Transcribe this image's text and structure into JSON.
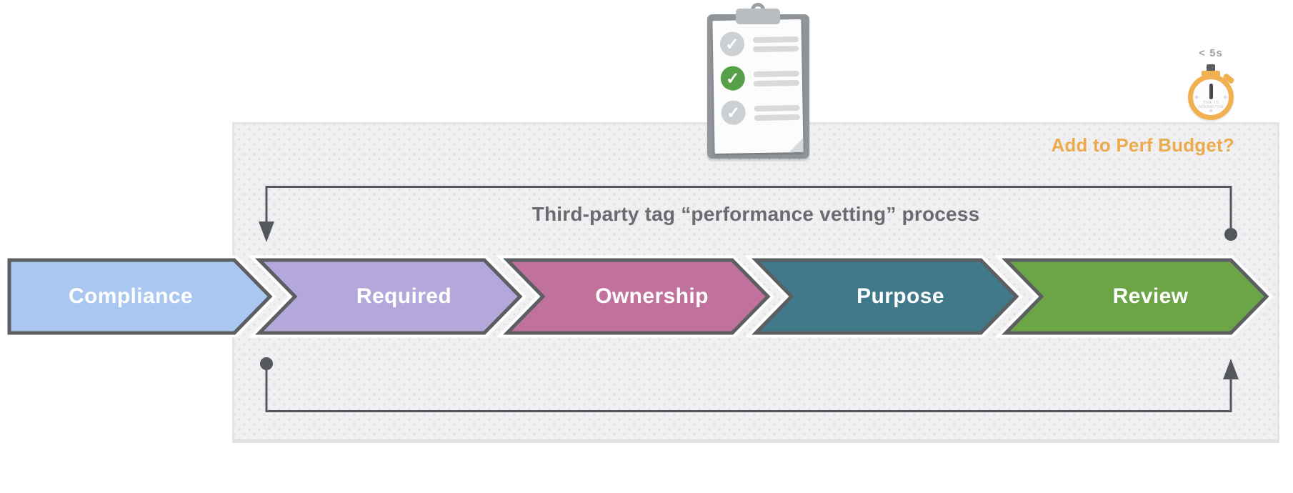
{
  "title": {
    "text": "Third-party tag “performance vetting” process",
    "color": "#696C6F"
  },
  "perf_budget": {
    "label": "Add to Perf Budget?",
    "color": "#EBAB4C"
  },
  "stopwatch": {
    "time_label": "< 5s",
    "dial_line1": "TIME TO",
    "dial_line2": "INTERACTIVE",
    "ring_color": "#F2B150",
    "needle_color": "#43474B"
  },
  "checklist": {
    "check_glyph": "✓",
    "done_color": "#57A04A",
    "muted_color": "#CDD0D3",
    "board_color": "#90959A",
    "paper_color": "#FCFCFD",
    "bar_color": "#D7D9DB"
  },
  "panel": {
    "bg": "#F0F0F2",
    "dot_color": "#DBDBDF",
    "border_color": "#E4E4E7"
  },
  "process": {
    "stages": [
      {
        "label": "Compliance",
        "color": "#AAC7F2"
      },
      {
        "label": "Required",
        "color": "#B3A8D9"
      },
      {
        "label": "Ownership",
        "color": "#C1729C"
      },
      {
        "label": "Purpose",
        "color": "#40798A"
      },
      {
        "label": "Review",
        "color": "#6BA546"
      }
    ],
    "arrow_border": "#5C5F62",
    "halo_color": "#FFFFFF",
    "label_color": "#FFFFFF",
    "loop_line_color": "#54575B"
  }
}
